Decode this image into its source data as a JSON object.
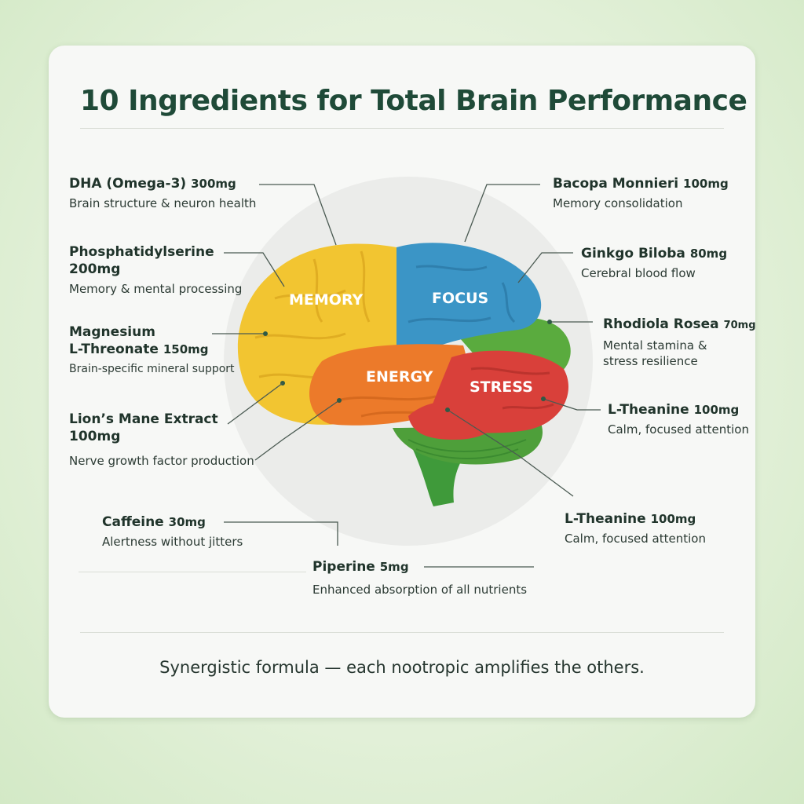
{
  "title": "10 Ingredients for Total Brain Performance",
  "regions": {
    "memory": "MEMORY",
    "focus": "FOCUS",
    "energy": "ENERGY",
    "stress": "STRESS"
  },
  "colors": {
    "memory": "#f2c531",
    "focus": "#3b95c6",
    "energy": "#ec7a2a",
    "stress": "#d9403a",
    "green": "#5aab3e",
    "title": "#1f4a38"
  },
  "ingredients": {
    "dha": {
      "name": "DHA (Omega-3) ",
      "dose": "300mg",
      "desc": "Brain structure & neuron health"
    },
    "ps": {
      "name": "Phosphatidylserine",
      "name2": "200mg",
      "desc": "Memory & mental processing"
    },
    "mag": {
      "name": "Magnesium",
      "name2": "L-Threonate ",
      "dose": "150mg",
      "desc": "Brain-specific mineral support"
    },
    "lion": {
      "name": "Lion’s Mane Extract",
      "name2": "100mg",
      "desc": "Nerve growth factor production"
    },
    "caffeine": {
      "name": "Caffeine ",
      "dose": "30mg",
      "desc": "Alertness without jitters"
    },
    "piperine": {
      "name": "Piperine ",
      "dose": "5mg",
      "desc": "Enhanced absorption of all nutrients"
    },
    "bacopa": {
      "name": "Bacopa Monnieri ",
      "dose": "100mg",
      "desc": "Memory consolidation"
    },
    "ginkgo": {
      "name": "Ginkgo Biloba ",
      "dose": "80mg",
      "desc": "Cerebral blood flow"
    },
    "rhodiola": {
      "name": "Rhodiola Rosea ",
      "dose": "70mg",
      "desc": "Mental stamina &",
      "desc2": "stress resilience"
    },
    "theanine1": {
      "name": "L-Theanine ",
      "dose": "100mg",
      "desc": "Calm, focused attention"
    },
    "theanine2": {
      "name": "L-Theanine ",
      "dose": "100mg",
      "desc": "Calm, focused attention"
    }
  },
  "footer": "Synergistic formula — each nootropic amplifies the others."
}
